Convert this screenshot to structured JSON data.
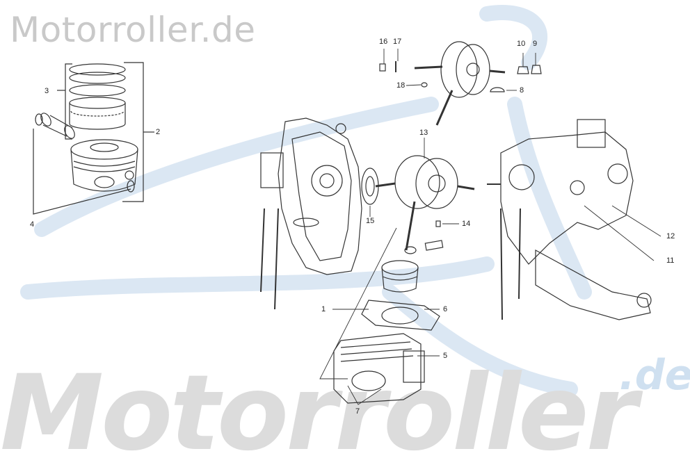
{
  "watermark": {
    "top_text": "Motorroller.de",
    "big_text": "Motorroller",
    "big_suffix": ".de"
  },
  "colors": {
    "watermark_gray": "#c9c9c9",
    "watermark_blue": "#cfe0f0",
    "line": "#333333"
  },
  "callouts": [
    {
      "id": "1",
      "label": "1"
    },
    {
      "id": "2",
      "label": "2"
    },
    {
      "id": "3",
      "label": "3"
    },
    {
      "id": "4",
      "label": "4"
    },
    {
      "id": "5",
      "label": "5"
    },
    {
      "id": "6",
      "label": "6"
    },
    {
      "id": "7",
      "label": "7"
    },
    {
      "id": "8",
      "label": "8"
    },
    {
      "id": "9",
      "label": "9"
    },
    {
      "id": "10",
      "label": "10"
    },
    {
      "id": "11",
      "label": "11"
    },
    {
      "id": "12",
      "label": "12"
    },
    {
      "id": "13",
      "label": "13"
    },
    {
      "id": "14",
      "label": "14"
    },
    {
      "id": "15",
      "label": "15"
    },
    {
      "id": "16",
      "label": "16"
    },
    {
      "id": "17",
      "label": "17"
    },
    {
      "id": "18",
      "label": "18"
    }
  ]
}
